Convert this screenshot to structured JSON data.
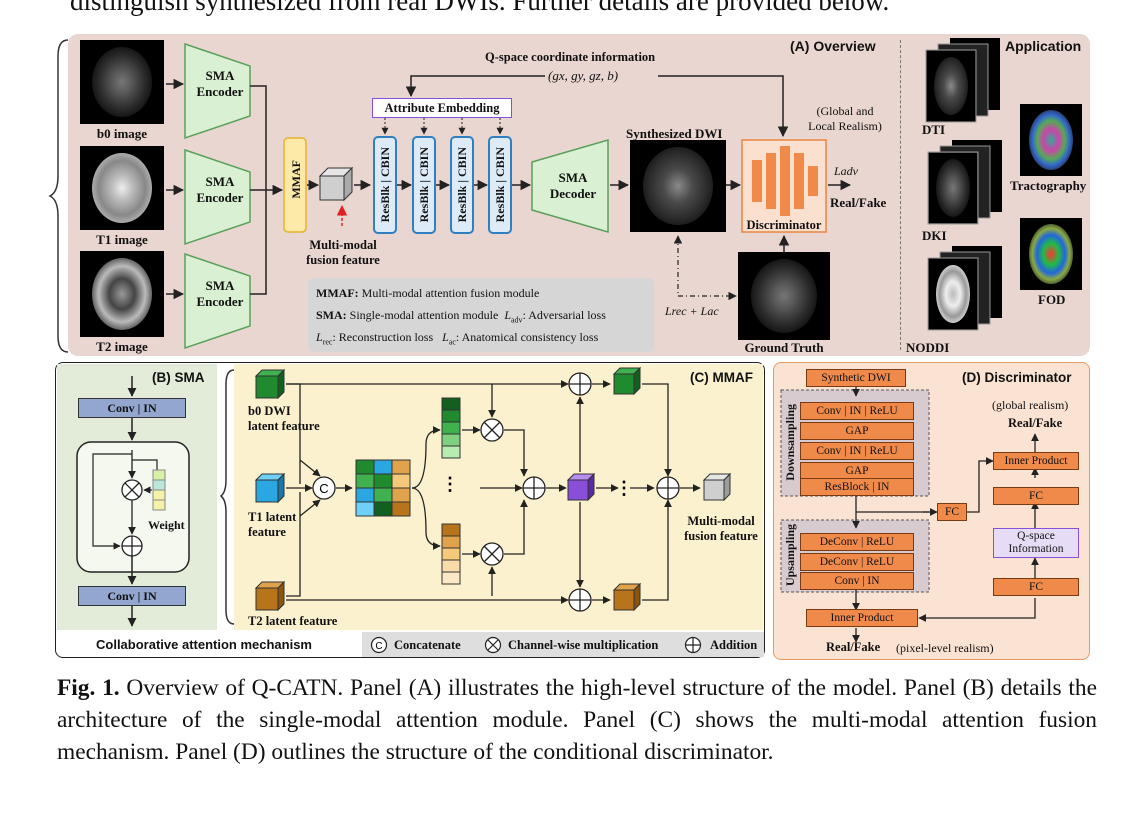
{
  "top_text": "distinguish synthesized from real DWIs. Further details are provided below.",
  "panel_a": {
    "title": "(A) Overview",
    "inputs": [
      {
        "label": "b0 image",
        "encoder": "SMA\nEncoder"
      },
      {
        "label": "T1 image",
        "encoder": "SMA\nEncoder"
      },
      {
        "label": "T2 image",
        "encoder": "SMA\nEncoder"
      }
    ],
    "mmaf": "MMAF",
    "fusion_feature": "Multi-modal\nfusion feature",
    "qspace_title": "Q-space coordinate information",
    "qspace_vars": "(gx, gy, gz, b)",
    "attribute_embedding": "Attribute Embedding",
    "resblk": [
      "ResBlk | CBIN",
      "ResBlk | CBIN",
      "ResBlk | CBIN",
      "ResBlk | CBIN"
    ],
    "decoder": "SMA\nDecoder",
    "synthesized": "Synthesized DWI",
    "global_local": "(Global and\nLocal Realism)",
    "discriminator": "Discriminator",
    "l_adv": "Ladv",
    "real_fake": "Real/Fake",
    "ground_truth": "Ground Truth",
    "loss_expr": "Lrec + Lac",
    "legend": {
      "line1_key": "MMAF:",
      "line1_text": "Multi-modal attention fusion module",
      "line2_key": "SMA:",
      "line2_text": "Single-modal attention module",
      "line2_b_text": ": Adversarial loss",
      "line3_a": ": Reconstruction loss",
      "line3_b": ": Anatomical consistency loss"
    }
  },
  "application": {
    "title": "Application",
    "items": [
      "DTI",
      "Tractography",
      "DKI",
      "FOD",
      "NODDI"
    ]
  },
  "panel_b": {
    "title": "(B) SMA",
    "conv_top": "Conv | IN",
    "conv_bottom": "Conv | IN",
    "weight": "Weight"
  },
  "panel_c": {
    "title": "(C) MMAF",
    "b0": "b0 DWI\nlatent feature",
    "t1": "T1 latent\nfeature",
    "t2": "T2 latent feature",
    "concat_symbol": "C",
    "output": "Multi-modal\nfusion feature"
  },
  "panel_d": {
    "title": "(D) Discriminator",
    "synthetic": "Synthetic DWI",
    "downsampling": "Downsampling",
    "down_layers": [
      "Conv | IN | ReLU",
      "GAP",
      "Conv | IN | ReLU",
      "GAP",
      "ResBlock | IN"
    ],
    "upsampling": "Upsampling",
    "up_layers": [
      "DeConv | ReLU",
      "DeConv | ReLU",
      "Conv | IN"
    ],
    "fc": "FC",
    "inner_product_top": "Inner Product",
    "inner_product_bottom": "Inner Product",
    "global_realism": "(global realism)",
    "real_fake_top": "Real/Fake",
    "qspace": "Q-space\nInformation",
    "real_fake_bottom": "Real/Fake",
    "pixel_realism": "(pixel-level realism)"
  },
  "bottom_legend": {
    "collab": "Collaborative attention mechanism",
    "concat": "Concatenate",
    "channel": "Channel-wise multiplication",
    "addition": "Addition"
  },
  "caption": {
    "label": "Fig. 1.",
    "text": " Overview of Q-CATN. Panel (A) illustrates the high-level structure of the model. Panel (B) details the architecture of the single-modal attention module. Panel (C) shows the multi-modal attention fusion mechanism. Panel (D) outlines the structure of the conditional discriminator."
  },
  "colors": {
    "panel_a_bg": "#e9d6d0",
    "panel_b_bg": "#e2ecd9",
    "panel_c_bg": "#fcf1cf",
    "panel_d_bg": "#fbe3d3",
    "encoder": "#d9f0d3",
    "encoder_border": "#5aa05a",
    "cbin_border": "#2f7fc1",
    "orange": "#f08a4b",
    "purple": "#8a4fd8"
  }
}
